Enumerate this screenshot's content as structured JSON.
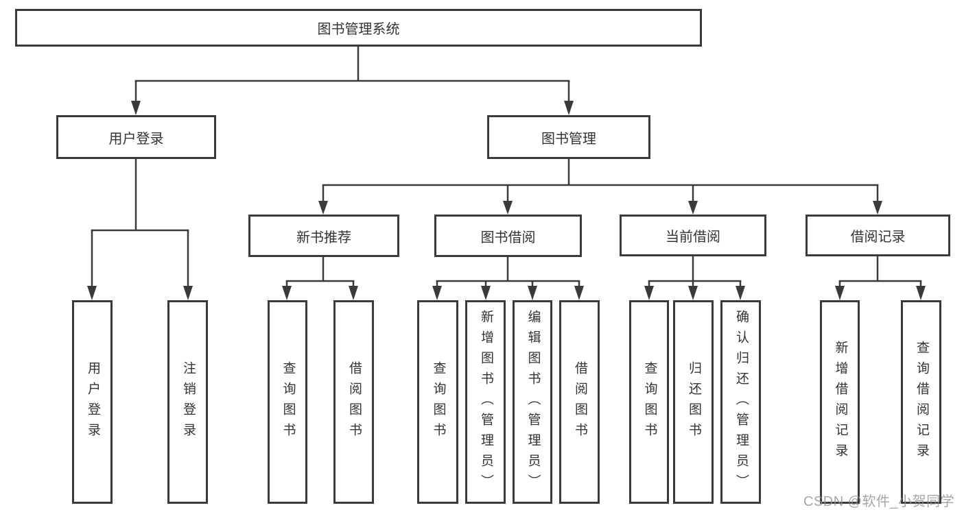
{
  "diagram": {
    "tree": {
      "label": "图书管理系统",
      "children": [
        {
          "label": "用户登录",
          "children": [
            {
              "label": "用户登录"
            },
            {
              "label": "注销登录"
            }
          ]
        },
        {
          "label": "图书管理",
          "children": [
            {
              "label": "新书推荐",
              "children": [
                {
                  "label": "查询图书"
                },
                {
                  "label": "借阅图书"
                }
              ]
            },
            {
              "label": "图书借阅",
              "children": [
                {
                  "label": "查询图书"
                },
                {
                  "label": "新增图书（管理员）"
                },
                {
                  "label": "编辑图书（管理员）"
                },
                {
                  "label": "借阅图书"
                }
              ]
            },
            {
              "label": "当前借阅",
              "children": [
                {
                  "label": "查询图书"
                },
                {
                  "label": "归还图书"
                },
                {
                  "label": "确认归还（管理员）"
                }
              ]
            },
            {
              "label": "借阅记录",
              "children": [
                {
                  "label": "新增借阅记录"
                },
                {
                  "label": "查询借阅记录"
                }
              ]
            }
          ]
        }
      ]
    }
  },
  "watermark": {
    "text": "CSDN @软件_小贺同学"
  },
  "colors": {
    "line": "#3a3a3a",
    "box_border": "#3a3a3a",
    "box_fill": "#ffffff",
    "text": "#333333",
    "background": "#ffffff",
    "watermark": "#8f8f8f"
  }
}
